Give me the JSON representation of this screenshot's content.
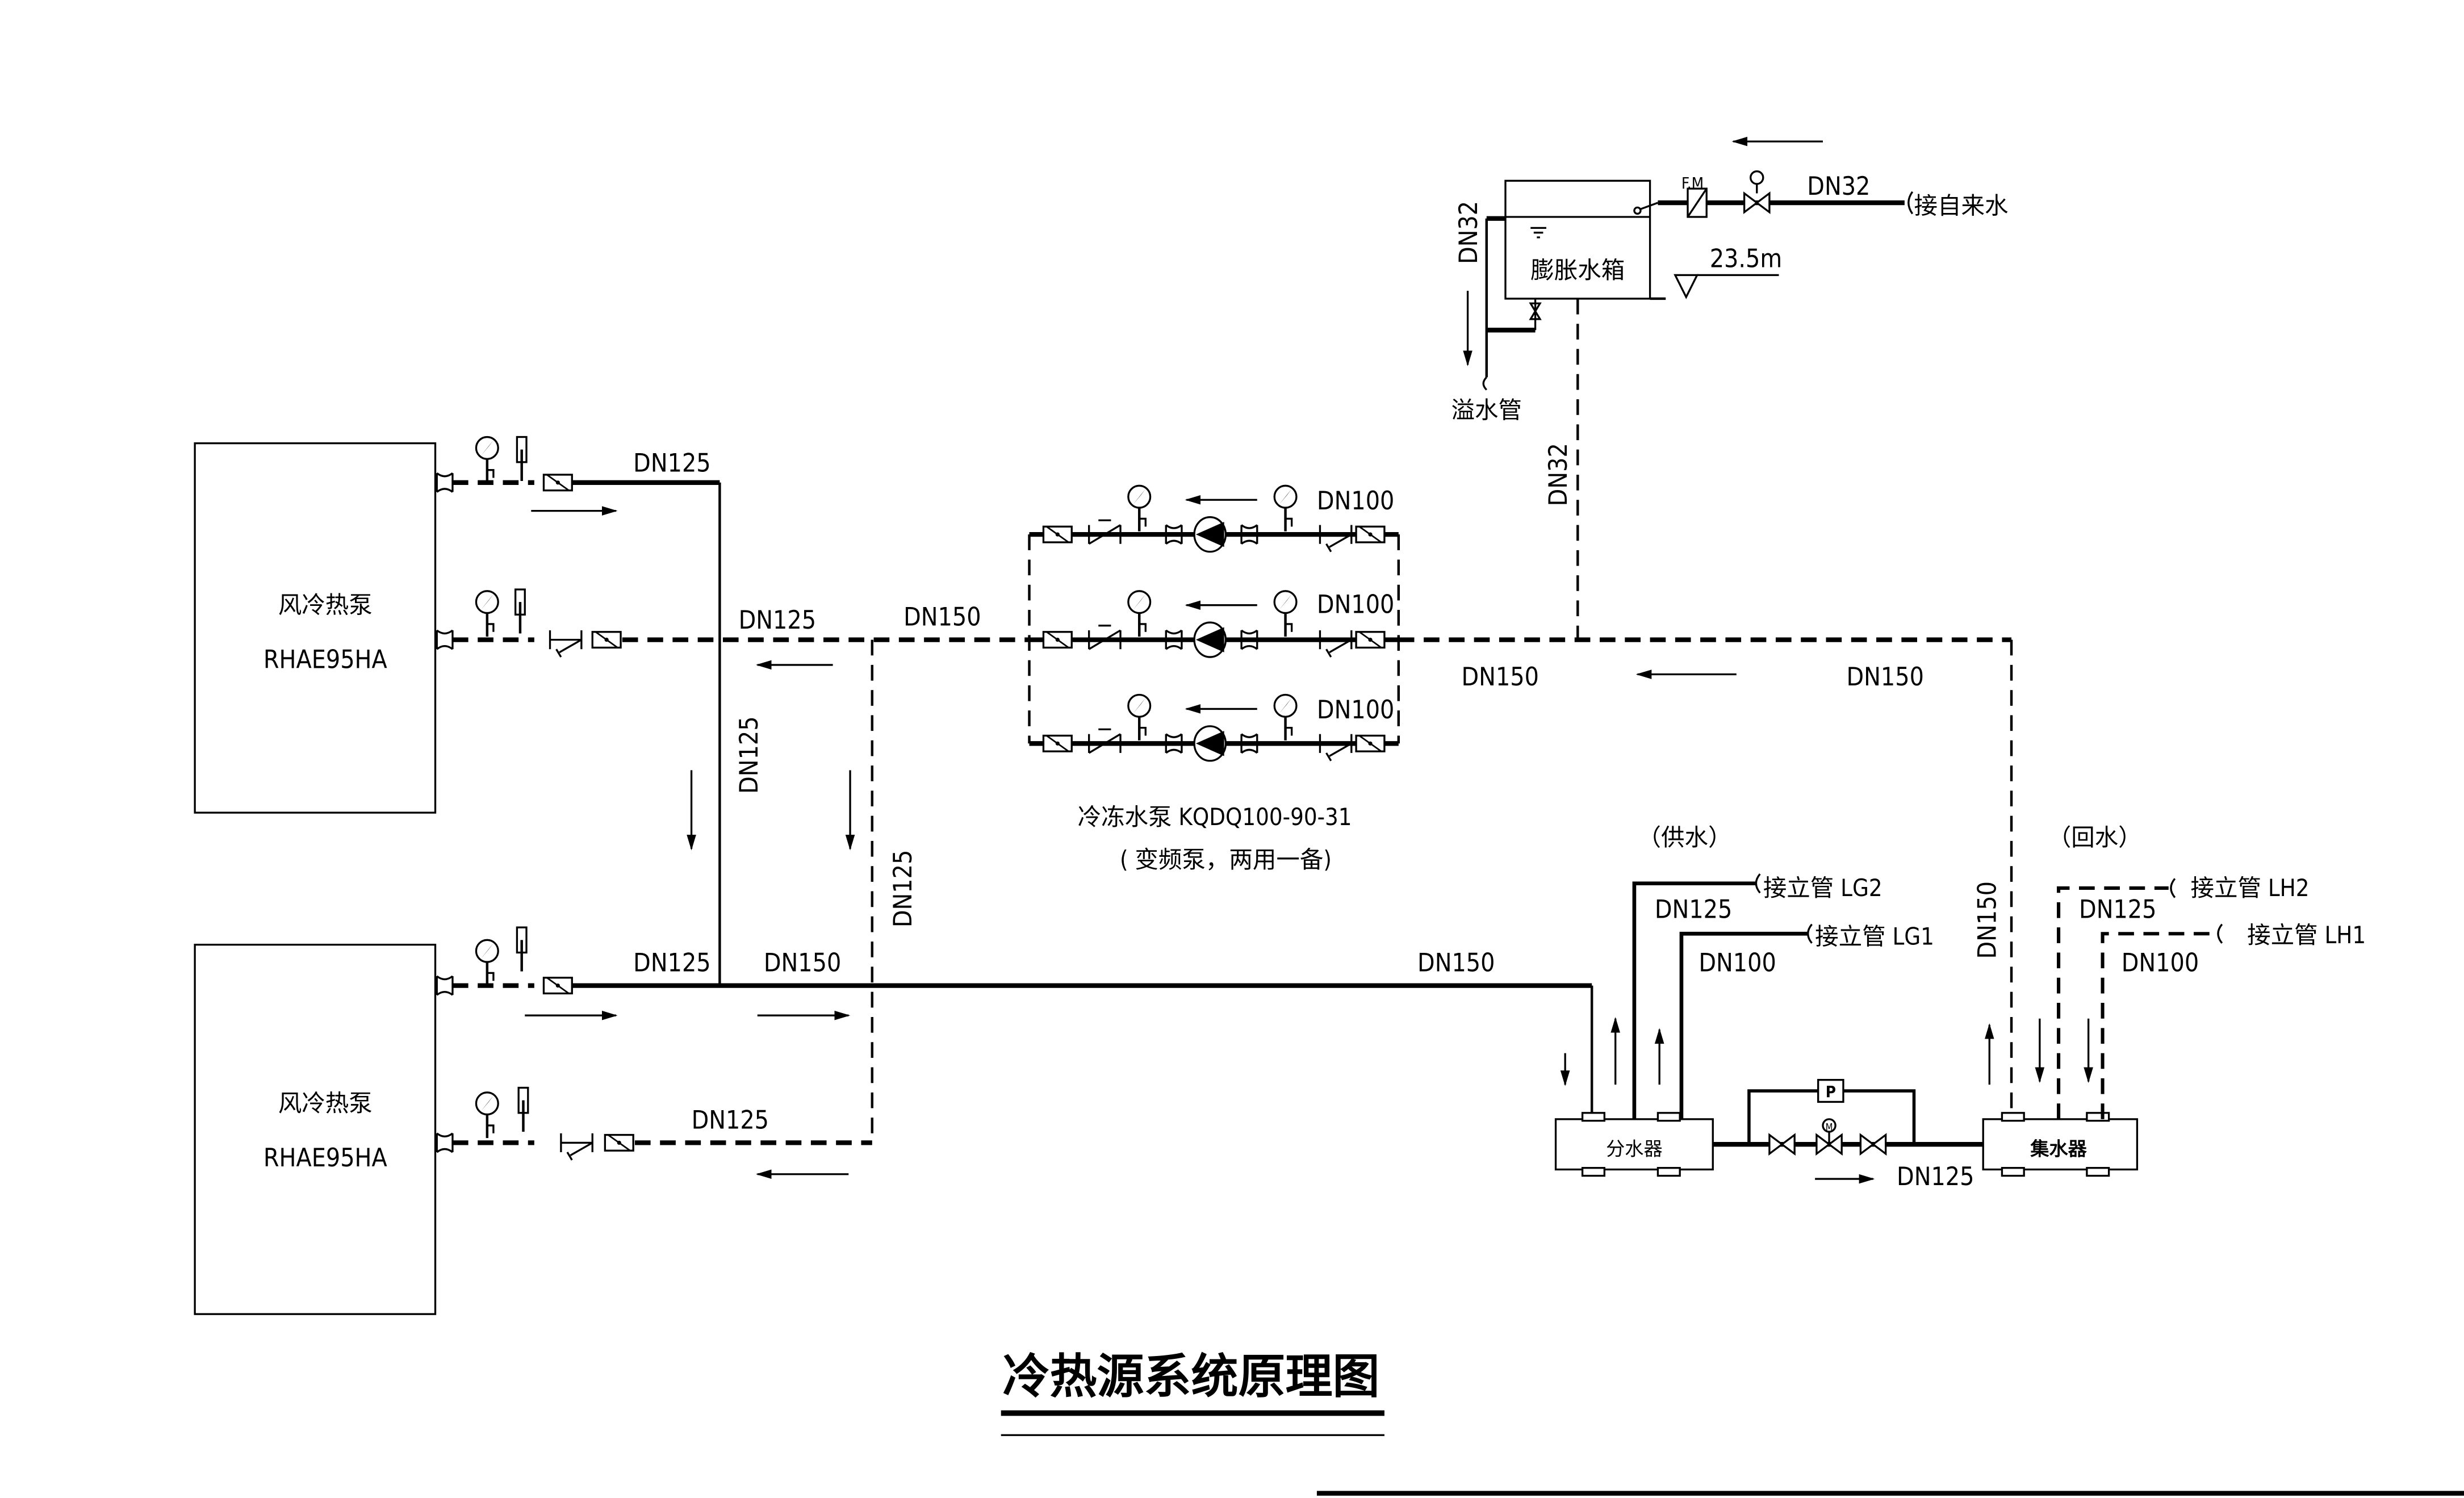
{
  "title": "冷热源系统原理图",
  "heat_pumps": [
    {
      "name": "风冷热泵",
      "model": "RHAE95HA"
    },
    {
      "name": "风冷热泵",
      "model": "RHAE95HA"
    }
  ],
  "pump_group": {
    "label_line1": "冷冻水泵 KQDQ100-90-31",
    "label_line2": "( 变频泵，两用一备)",
    "branch_sizes": [
      "DN100",
      "DN100",
      "DN100"
    ]
  },
  "expansion_tank": {
    "name": "膨胀水箱",
    "elevation": "23.5m",
    "makeup_pipe": "DN32",
    "makeup_source": "接自来水",
    "flow_meter": "F.M",
    "overflow_pipe": "DN32",
    "overflow_label": "溢水管",
    "connection_pipe": "DN32"
  },
  "pipe_labels": {
    "hp1_supply": "DN125",
    "hp1_return": "DN125",
    "header_return_left": "DN150",
    "vertical_supply": "DN125",
    "vertical_return": "DN125",
    "hp2_supply": "DN125",
    "hp2_supply_main": "DN150",
    "hp2_return": "DN125",
    "main_supply": "DN150",
    "pump_out_return": "DN150",
    "return_main": "DN150",
    "return_riser": "DN150",
    "bypass": "DN125"
  },
  "distributor": {
    "name": "分水器",
    "group_label": "（供水）",
    "outlets": [
      {
        "size": "DN125",
        "label": "接立管 LG2"
      },
      {
        "size": "DN100",
        "label": "接立管 LG1"
      }
    ]
  },
  "collector": {
    "name": "集水器",
    "group_label": "（回水）",
    "inlets": [
      {
        "size": "DN125",
        "label": "接立管 LH2"
      },
      {
        "size": "DN100",
        "label": "接立管 LH1"
      }
    ]
  },
  "bypass_valve": {
    "controller": "P",
    "actuator": "M"
  }
}
